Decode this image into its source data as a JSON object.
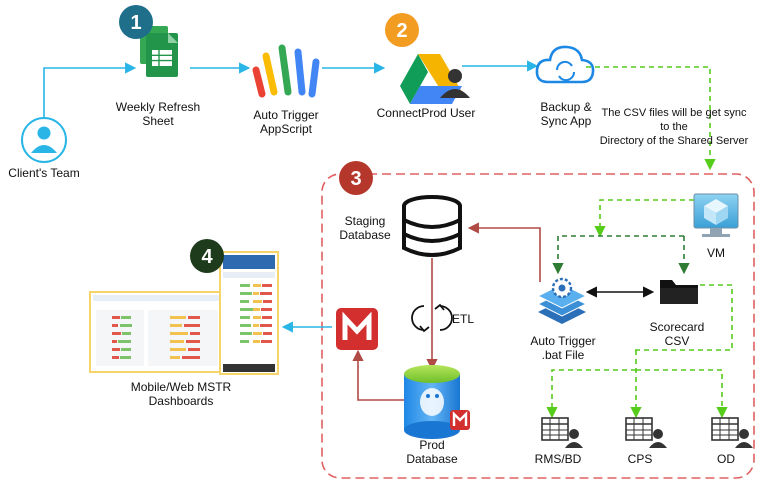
{
  "steps": {
    "s1": "1",
    "s2": "2",
    "s3": "3",
    "s4": "4"
  },
  "nodes": {
    "clients_team": "Client's Team",
    "weekly_refresh_l1": "Weekly Refresh",
    "weekly_refresh_l2": "Sheet",
    "auto_trigger_l1": "Auto Trigger",
    "auto_trigger_l2": "AppScript",
    "connectprod_user": "ConnectProd User",
    "backup_sync_l1": "Backup &",
    "backup_sync_l2": "Sync App",
    "staging_db_l1": "Staging",
    "staging_db_l2": "Database",
    "etl": "ETL",
    "prod_db_l1": "Prod",
    "prod_db_l2": "Database",
    "vm": "VM",
    "auto_trigger_bat_l1": "Auto Trigger",
    "auto_trigger_bat_l2": ".bat File",
    "scorecard_csv_l1": "Scorecard",
    "scorecard_csv_l2": "CSV",
    "rms_bd": "RMS/BD",
    "cps": "CPS",
    "od": "OD",
    "dashboards_l1": "Mobile/Web MSTR",
    "dashboards_l2": "Dashboards"
  },
  "notes": {
    "csv_sync_l1": "The CSV files will be get sync",
    "csv_sync_l2": "to the",
    "csv_sync_l3": "Directory of the Shared Server"
  },
  "colors": {
    "cyan_flow": "#29b6e6",
    "green_flow": "#55cc1a",
    "dark_green_flow": "#2e7d32",
    "red_flow": "#b04a45",
    "black_flow": "#111111",
    "group_border": "#e06060",
    "badge1": "#1f6f8b",
    "badge2": "#f39c22",
    "badge3": "#b5362a",
    "badge4": "#1e3b1c",
    "mstr_red": "#d32f2f"
  }
}
